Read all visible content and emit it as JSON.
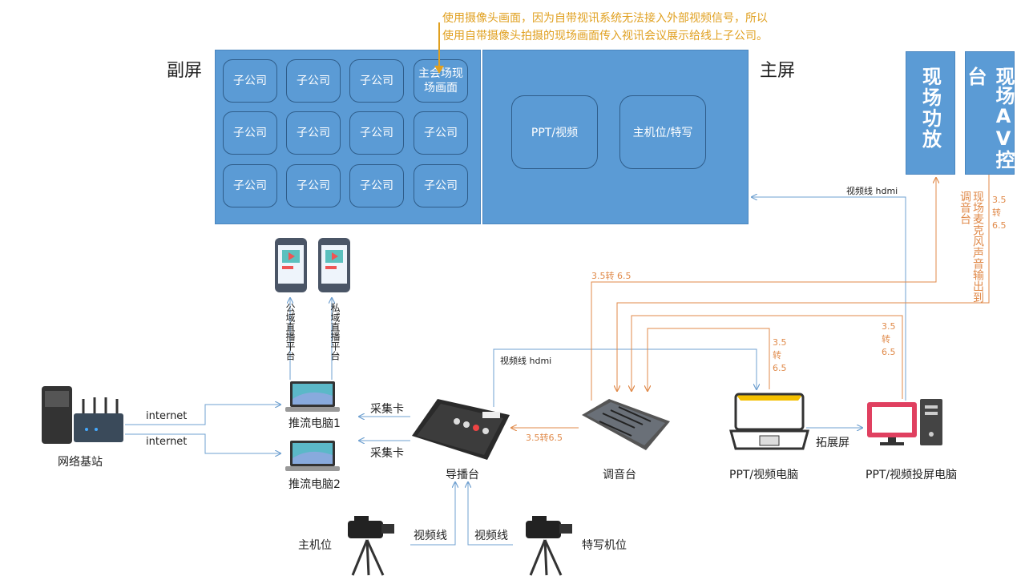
{
  "note": {
    "line1": "使用摄像头画面，因为自带视讯系统无法接入外部视频信号，所以",
    "line2": "使用自带摄像头拍摄的现场画面传入视讯会议展示给线上子公司。"
  },
  "secondary_screen": {
    "title": "副屏",
    "tiles": [
      "子公司",
      "子公司",
      "子公司",
      "主会场现场画面",
      "子公司",
      "子公司",
      "子公司",
      "子公司",
      "子公司",
      "子公司",
      "子公司",
      "子公司"
    ]
  },
  "main_screen": {
    "title": "主屏",
    "tile_ppt": "PPT/视频",
    "tile_main": "主机位/特写"
  },
  "panels": {
    "amp": "现场功放",
    "av": "现场AV控台"
  },
  "labels": {
    "video_hdmi_top": "视频线 hdmi",
    "video_hdmi_mid": "视频线 hdmi",
    "mic_out": "现场麦克风声音输出到调音台",
    "conv_right_top": "3.5转6.5",
    "conv_left": "3.5转 6.5",
    "conv_ppt": "3.5转6.5",
    "conv_proj": "3.5转6.5",
    "conv_mixer": "3.5转6.5",
    "public_live": "公域直播平台",
    "private_live": "私域直播平台",
    "internet1": "internet",
    "internet2": "internet",
    "capture1": "采集卡",
    "capture2": "采集卡",
    "extend": "拓展屏",
    "videoline1": "视频线",
    "videoline2": "视频线"
  },
  "devices": {
    "base_station": "网络基站",
    "pc1": "推流电脑1",
    "pc2": "推流电脑2",
    "switcher": "导播台",
    "mixer": "调音台",
    "ppt_pc": "PPT/视频电脑",
    "proj_pc": "PPT/视频投屏电脑",
    "main_cam": "主机位",
    "close_cam": "特写机位"
  },
  "colors": {
    "screen": "#5b9bd5",
    "arrow_blue": "#6fa0d0",
    "arrow_orange": "#e08a4a",
    "note": "#e0a020"
  }
}
